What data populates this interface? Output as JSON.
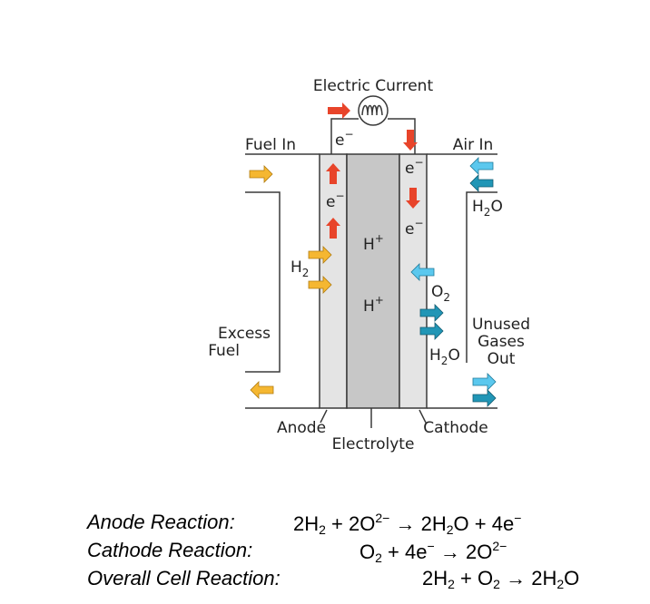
{
  "diagram": {
    "electric_current": "Electric Current",
    "fuel_in": "Fuel In",
    "air_in": "Air In",
    "electron": "e",
    "electron_charge": "−",
    "proton": "H",
    "proton_charge": "+",
    "hydrogen": "H",
    "hydrogen_sub": "2",
    "oxygen": "O",
    "oxygen_sub": "2",
    "water_h": "H",
    "water_sub": "2",
    "water_o": "O",
    "excess_line1": "Excess",
    "excess_line2": "Fuel",
    "unused_line1": "Unused",
    "unused_line2": "Gases",
    "unused_line3": "Out",
    "anode": "Anode",
    "cathode": "Cathode",
    "electrolyte": "Electrolyte",
    "colors": {
      "fuel_arrow": "#f5b731",
      "electron_arrow": "#e8442a",
      "air_arrow_light": "#5bc8ee",
      "air_arrow_dark": "#2196b6",
      "electrode": "#e4e4e4",
      "electrolyte": "#c7c7c7",
      "outline": "#3a3a3a"
    },
    "icons": [
      "bulb-icon",
      "arrow-right-icon",
      "arrow-left-icon",
      "arrow-up-icon",
      "arrow-down-icon"
    ]
  },
  "reactions": {
    "anode_name": "Anode Reaction",
    "cathode_name": "Cathode Reaction",
    "overall_name": "Overall Cell Reaction",
    "colon": ":",
    "arrow": "→",
    "plus": "+",
    "anode": {
      "lhs_coef": "2H",
      "lhs_sub": "2",
      "ion_coef": "2O",
      "ion_sup": "2−",
      "rhs_coef": "2H",
      "rhs_sub": "2",
      "rhs_o": "O",
      "rhs_e": "4e",
      "rhs_e_sup": "−"
    },
    "cathode": {
      "o": "O",
      "o_sub": "2",
      "e": "4e",
      "e_sup": "−",
      "product": "2O",
      "product_sup": "2−"
    },
    "overall": {
      "h": "2H",
      "h_sub": "2",
      "o": "O",
      "o_sub": "2",
      "product": "2H",
      "product_sub": "2",
      "product_o": "O"
    }
  }
}
